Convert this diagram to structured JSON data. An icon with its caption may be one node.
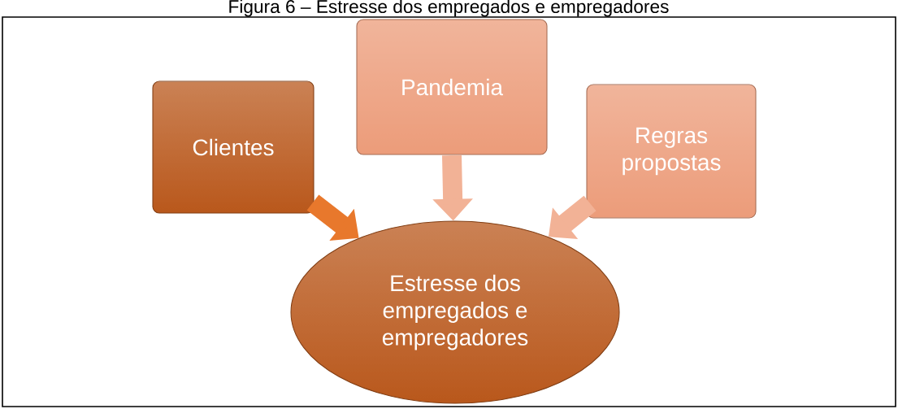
{
  "diagram": {
    "title": "Figura 6 – Estresse dos empregados e empregadores",
    "nodes": [
      {
        "text": [
          "Clientes"
        ]
      },
      {
        "text": [
          "Pandemia"
        ]
      },
      {
        "text": [
          "Regras propostas"
        ]
      },
      {
        "text": [
          "Estresse dos empregados e empregadores"
        ]
      }
    ],
    "edges": [
      {
        "from": 0,
        "to": 3,
        "arrow": "to",
        "color": "#e8782c"
      },
      {
        "from": 1,
        "to": 3,
        "arrow": "to"
      },
      {
        "from": 2,
        "to": 3,
        "arrow": "to"
      }
    ]
  }
}
